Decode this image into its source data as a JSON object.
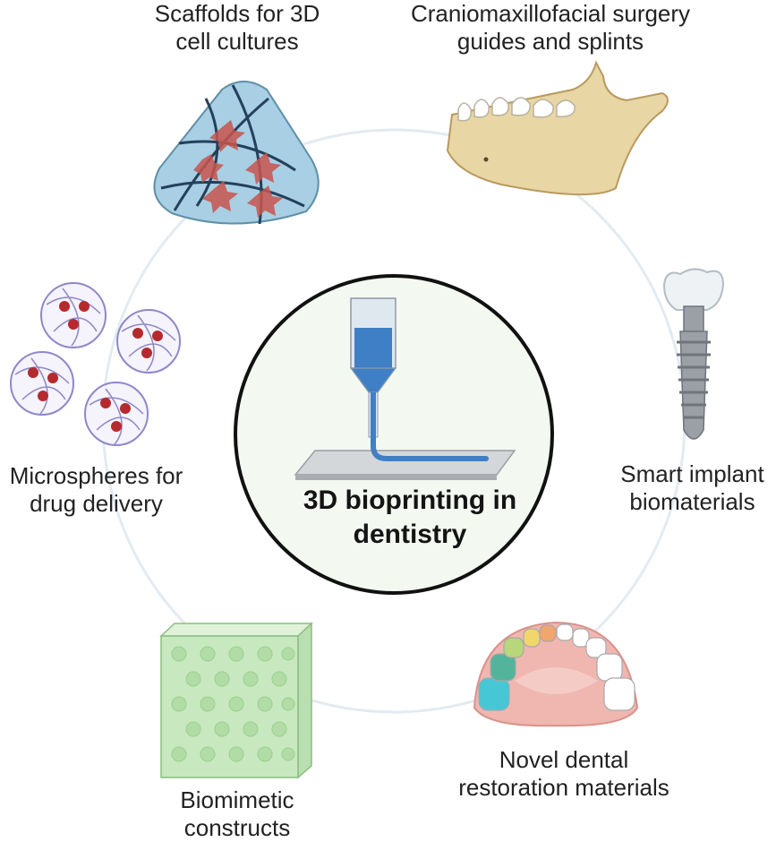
{
  "center": {
    "title_line1": "3D bioprinting in",
    "title_line2": "dentistry"
  },
  "applications": {
    "scaffolds": {
      "line1": "Scaffolds for 3D",
      "line2": "cell cultures"
    },
    "cranio": {
      "line1": "Craniomaxillofacial surgery",
      "line2": "guides and splints"
    },
    "implant": {
      "line1": "Smart implant",
      "line2": "biomaterials"
    },
    "microspheres": {
      "line1": "Microspheres for",
      "line2": "drug delivery"
    },
    "biomimetic": {
      "line1": "Biomimetic",
      "line2": "constructs"
    },
    "restoration": {
      "line1": "Novel dental",
      "line2": "restoration materials"
    }
  },
  "colors": {
    "outer_ring": "#e3ebf1",
    "center_fill": "#f3f8f1",
    "center_stroke": "#111111",
    "ink_blue": "#3f7fc6",
    "cell_red": "#c8544e",
    "bone": "#e8d6a4",
    "scaffold_gel": "#a8cfe3",
    "microsphere_core": "#b52a2e",
    "mesh_purple": "#8e88c8",
    "cube_green": "#c8e8bf",
    "metal_gray": "#9aa0a6",
    "gum_pink": "#f0b7b1"
  },
  "icons": [
    "bioprinter-nozzle-icon",
    "scaffold-gel-icon",
    "jawbone-icon",
    "dental-implant-icon",
    "microsphere-icon",
    "honeycomb-cube-icon",
    "dental-arch-icon"
  ]
}
